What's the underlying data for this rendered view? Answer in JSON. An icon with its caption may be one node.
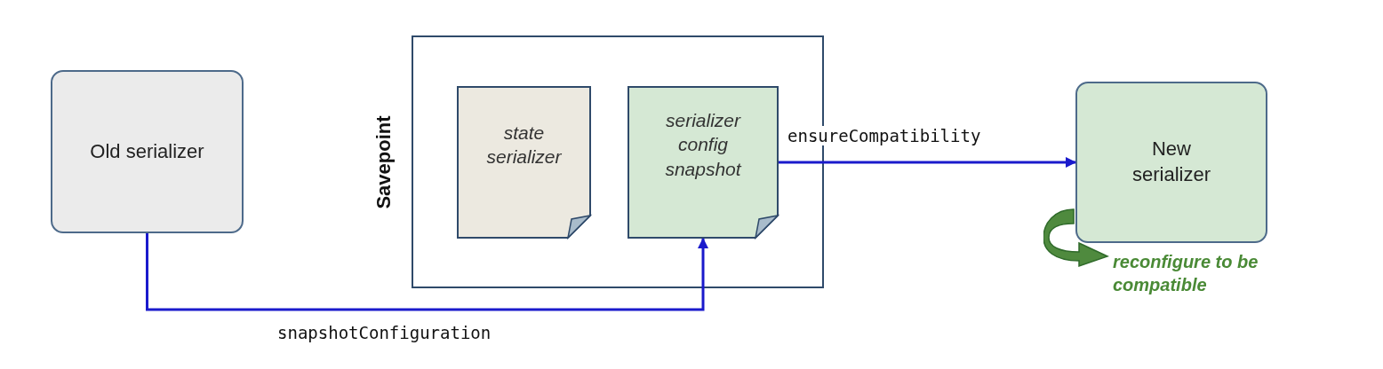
{
  "diagram": {
    "nodes": [
      {
        "text": [
          "Old serializer"
        ]
      },
      {
        "text": [
          "Savepoint"
        ]
      },
      {
        "text": [
          "state serializer"
        ],
        "in": 1
      },
      {
        "text": [
          "serializer config snapshot"
        ],
        "in": 1
      },
      {
        "text": [
          "New serializer"
        ],
        "beside": [
          "reconfigure to be compatible"
        ]
      }
    ],
    "edges": [
      {
        "from": 0,
        "to": 3,
        "arrow": "to",
        "label": "snapshotConfiguration"
      },
      {
        "from": 3,
        "to": 4,
        "arrow": "to",
        "label": "ensureCompatibility"
      }
    ]
  }
}
